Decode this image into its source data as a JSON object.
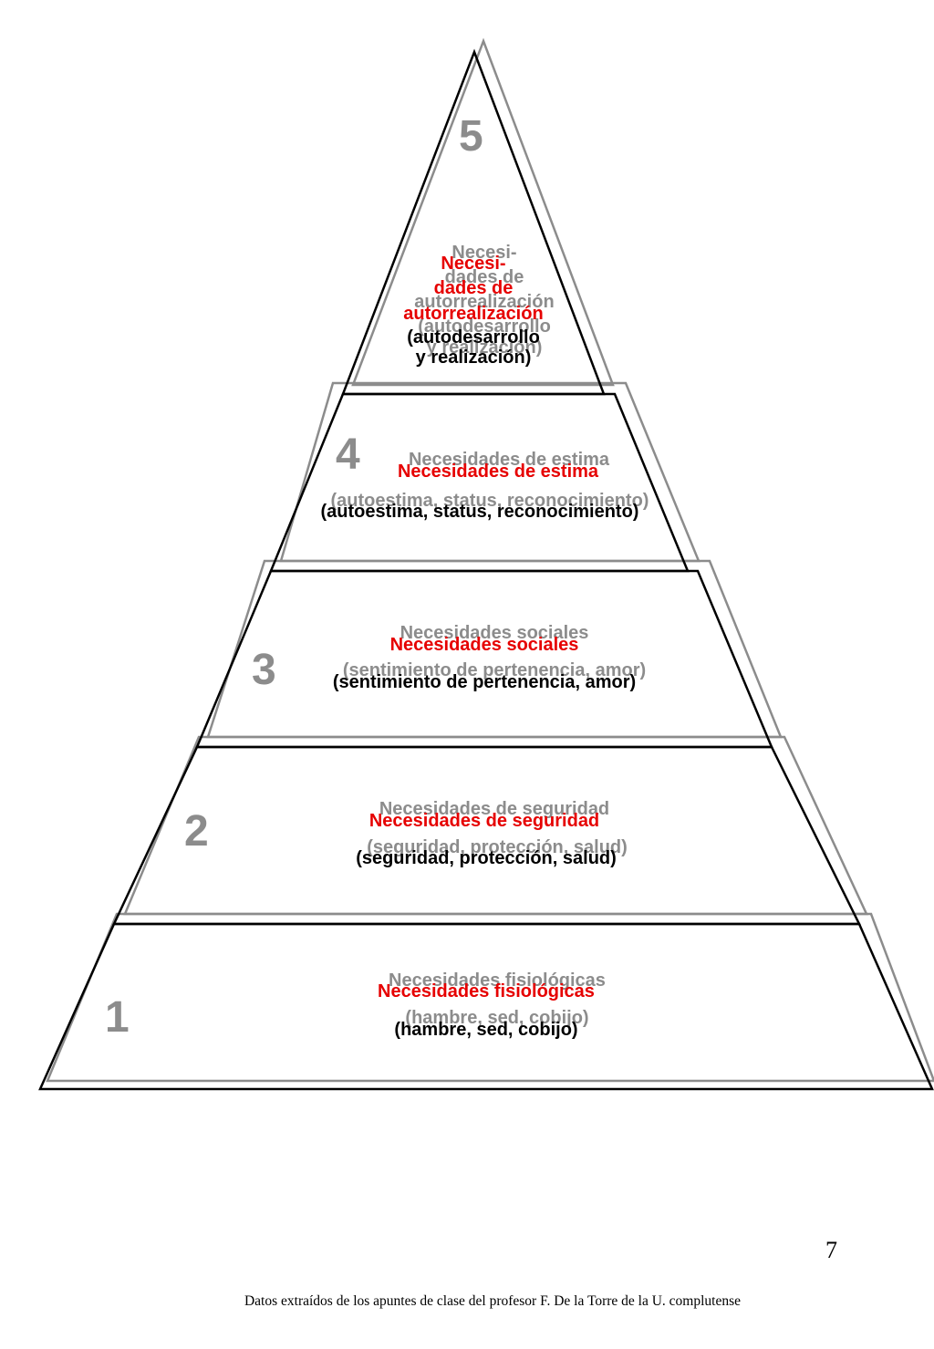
{
  "levels": [
    {
      "number": "5",
      "title_lines": [
        "Necesi-",
        "dades de",
        "autorrealización"
      ],
      "desc_lines": [
        "(autodesarrollo",
        "y realización)"
      ]
    },
    {
      "number": "4",
      "title_lines": [
        "Necesidades de estima"
      ],
      "desc_lines": [
        "(autoestima, status, reconocimiento)"
      ]
    },
    {
      "number": "3",
      "title_lines": [
        "Necesidades sociales"
      ],
      "desc_lines": [
        "(sentimiento de pertenencia, amor)"
      ]
    },
    {
      "number": "2",
      "title_lines": [
        "Necesidades de seguridad"
      ],
      "desc_lines": [
        "(seguridad, protección, salud)"
      ]
    },
    {
      "number": "1",
      "title_lines": [
        "Necesidades fisiológicas"
      ],
      "desc_lines": [
        "(hambre, sed, cobijo)"
      ]
    }
  ],
  "colors": {
    "title": "#e60000",
    "description": "#000000",
    "shadow": "#8c8c8c",
    "outline": "#000000"
  },
  "page_number": "7",
  "footer": "Datos extraídos de los apuntes de clase del profesor F. De la Torre de la U. complutense"
}
